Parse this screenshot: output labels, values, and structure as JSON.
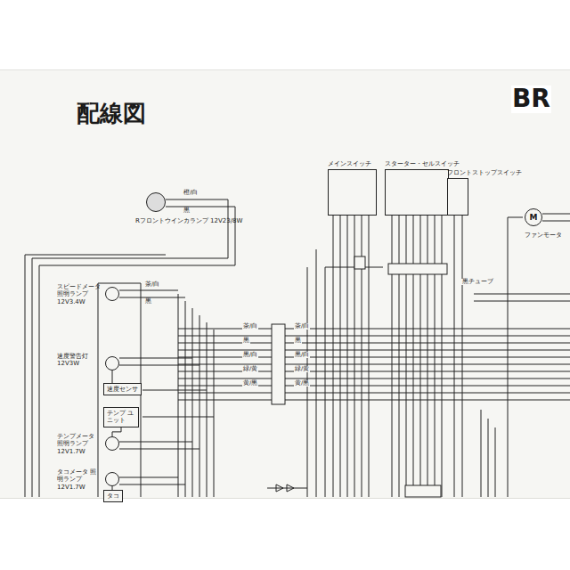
{
  "diagram": {
    "title": "配線図",
    "nodes": [
      {
        "text": [
          "メインスイッチ"
        ]
      },
      {
        "text": [
          "スターター・セルスイッチ"
        ]
      },
      {
        "text": [
          "フロントストップスイッチ"
        ]
      },
      {
        "text": [
          "M",
          "ファンモータ"
        ]
      },
      {
        "text": [
          "Rフロントウインカランプ 12V23/8W"
        ]
      },
      {
        "text": [
          "スピードメータ 照明ランプ 12V3.4W"
        ]
      },
      {
        "text": [
          "速度警告灯 12V3W"
        ]
      },
      {
        "text": [
          "速度センサ"
        ]
      },
      {
        "text": [
          "テンプ ユニット"
        ]
      },
      {
        "text": [
          "テンプメータ 照明ランプ 12V1.7W"
        ]
      },
      {
        "text": [
          "タコメータ 照明ランプ 12V1.7W"
        ]
      },
      {
        "text": [
          "タコ"
        ]
      }
    ],
    "edges": [
      {
        "from": 6,
        "to": 7,
        "arrow": "none"
      },
      {
        "from": 8,
        "to": 9,
        "arrow": "none"
      },
      {
        "from": 10,
        "to": 11,
        "arrow": "none"
      }
    ],
    "labels": [
      "BR",
      "橙/白",
      "黒",
      "茶/白",
      "黒",
      "茶/白",
      "黒",
      "黒/白",
      "緑/黄",
      "黄/黒",
      "茶/白",
      "黒",
      "黒/白",
      "緑/黄",
      "黄/黒",
      "黒チューブ"
    ]
  }
}
